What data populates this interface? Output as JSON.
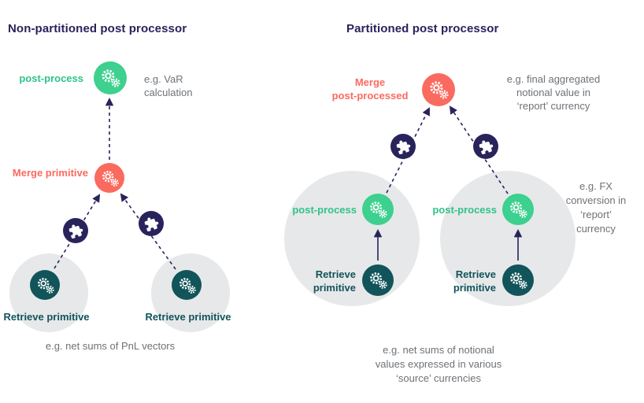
{
  "left": {
    "title": "Non-partitioned post processor",
    "post_process_label": "post-process",
    "var_note": "e.g. VaR\ncalculation",
    "merge_label": "Merge primitive",
    "retrieve_label_1": "Retrieve primitive",
    "retrieve_label_2": "Retrieve primitive",
    "bottom_note": "e.g. net sums of PnL vectors"
  },
  "right": {
    "title": "Partitioned post processor",
    "merge_label": "Merge\npost-processed",
    "aggregate_note": "e.g. final aggregated\nnotional value in\n‘report’ currency",
    "post_process_label_1": "post-process",
    "post_process_label_2": "post-process",
    "retrieve_label_1": "Retrieve\nprimitive",
    "retrieve_label_2": "Retrieve\nprimitive",
    "fx_note": "e.g. FX\nconversion in\n‘report’\ncurrency",
    "bottom_note": "e.g. net sums of notional\nvalues expressed in various\n‘source’ currencies"
  },
  "icons": {
    "node_icon": "gears-icon",
    "connector_icon": "puzzle-piece-icon"
  },
  "colors": {
    "heading": "#29235c",
    "green": "#3dd08e",
    "coral": "#fb6a5f",
    "teal": "#11545a",
    "purple": "#29235c",
    "note_gray": "#6e7277",
    "circle_gray": "#e7e8ea"
  }
}
